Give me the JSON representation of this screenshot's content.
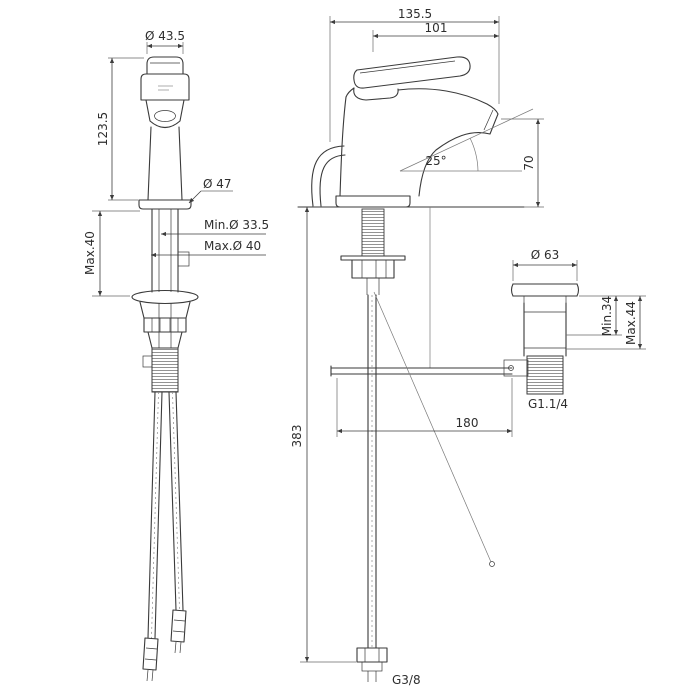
{
  "drawing": {
    "front": {
      "dims": {
        "top_diameter": "Ø 43.5",
        "height": "123.5",
        "base_diameter": "Ø 47",
        "hole_min_diameter": "Min.Ø 33.5",
        "hole_max_diameter": "Max.Ø 40",
        "deck_thickness_max": "Max.40"
      }
    },
    "side": {
      "dims": {
        "overall_width": "135.5",
        "spout_reach": "101",
        "spout_angle": "25°",
        "outlet_height": "70",
        "waste_flange_diameter": "Ø 63",
        "waste_deck_min": "Min.34",
        "waste_deck_max": "Max.44",
        "waste_thread": "G1.1/4",
        "waste_offset": "180",
        "overall_height": "383",
        "supply_thread": "G3/8"
      }
    }
  }
}
